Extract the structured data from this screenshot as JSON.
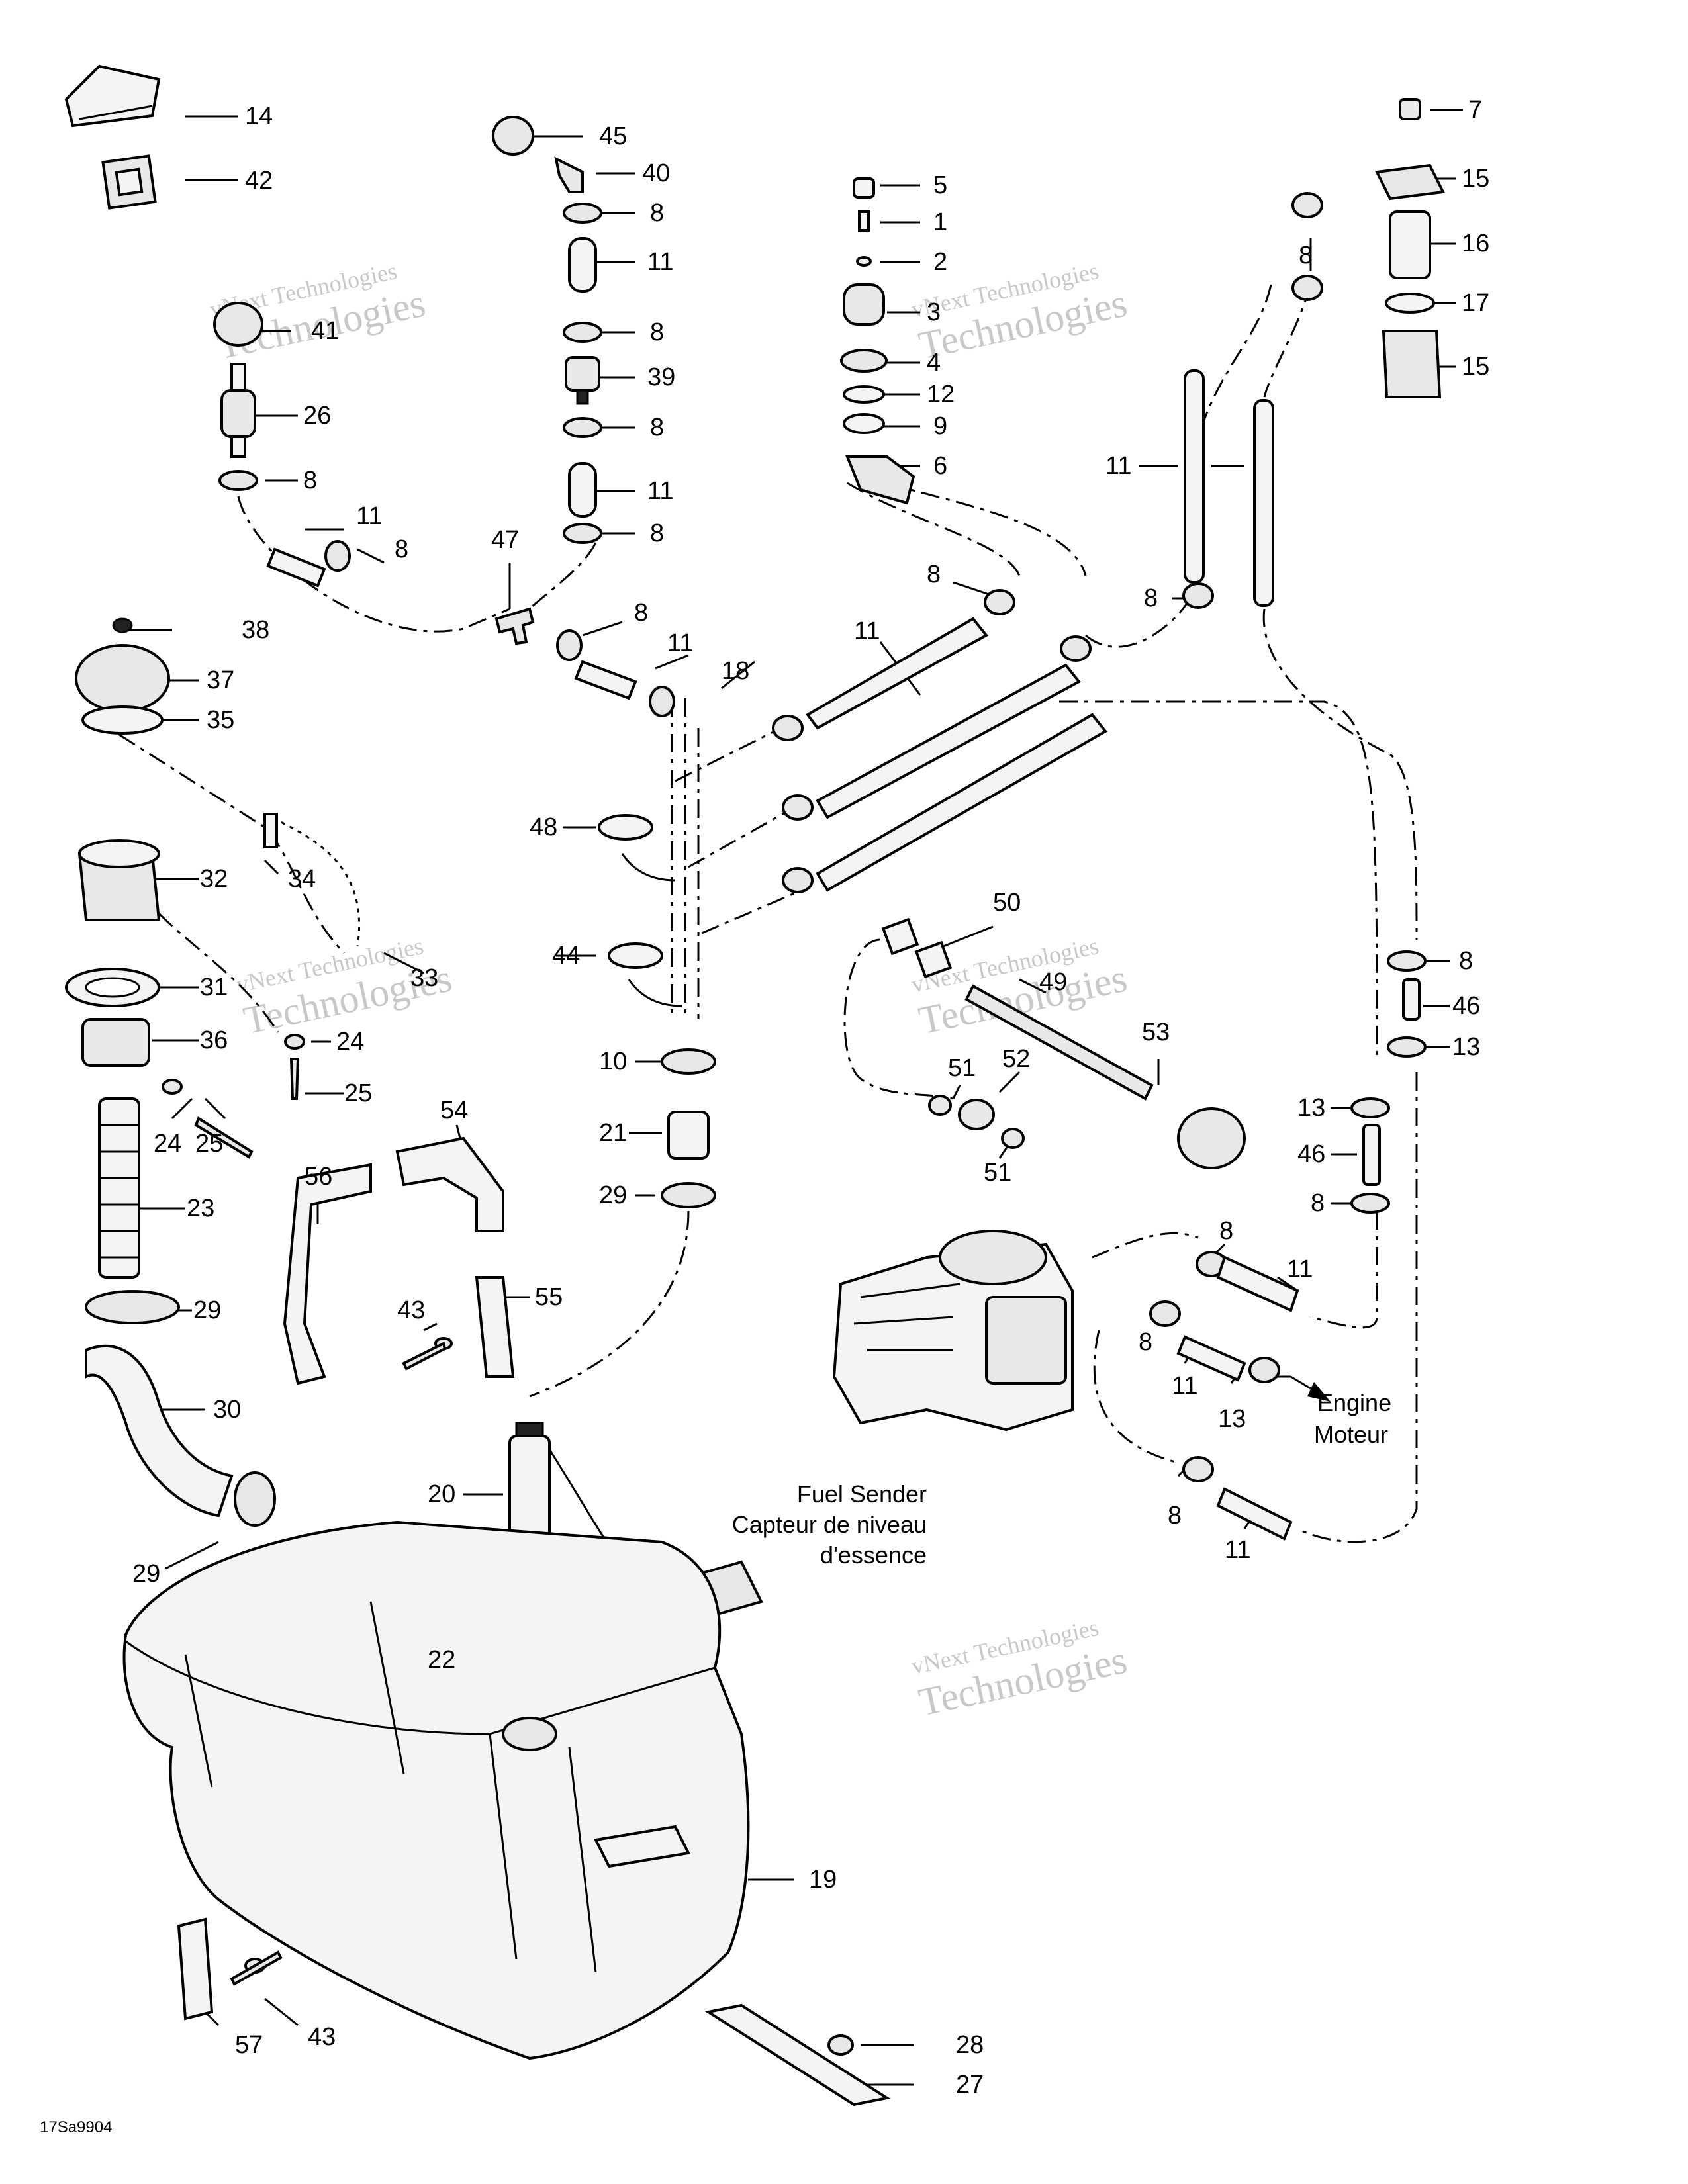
{
  "watermark": {
    "line1": "vNext Technologies",
    "line2": "Technologies"
  },
  "callouts": [
    {
      "id": "c14",
      "label": "14"
    },
    {
      "id": "c42",
      "label": "42"
    },
    {
      "id": "c45",
      "label": "45"
    },
    {
      "id": "c40",
      "label": "40"
    },
    {
      "id": "c8a",
      "label": "8"
    },
    {
      "id": "c11a",
      "label": "11"
    },
    {
      "id": "c8b",
      "label": "8"
    },
    {
      "id": "c39",
      "label": "39"
    },
    {
      "id": "c8c",
      "label": "8"
    },
    {
      "id": "c11b",
      "label": "11"
    },
    {
      "id": "c8d",
      "label": "8"
    },
    {
      "id": "c41",
      "label": "41"
    },
    {
      "id": "c26",
      "label": "26"
    },
    {
      "id": "c8e",
      "label": "8"
    },
    {
      "id": "c11c",
      "label": "11"
    },
    {
      "id": "c8f",
      "label": "8"
    },
    {
      "id": "c47",
      "label": "47"
    },
    {
      "id": "c8g",
      "label": "8"
    },
    {
      "id": "c11d",
      "label": "11"
    },
    {
      "id": "c18",
      "label": "18"
    },
    {
      "id": "c11e",
      "label": "11"
    },
    {
      "id": "c5",
      "label": "5"
    },
    {
      "id": "c1",
      "label": "1"
    },
    {
      "id": "c2",
      "label": "2"
    },
    {
      "id": "c3",
      "label": "3"
    },
    {
      "id": "c4",
      "label": "4"
    },
    {
      "id": "c12",
      "label": "12"
    },
    {
      "id": "c9",
      "label": "9"
    },
    {
      "id": "c6",
      "label": "6"
    },
    {
      "id": "c8h",
      "label": "8"
    },
    {
      "id": "c7",
      "label": "7"
    },
    {
      "id": "c15a",
      "label": "15"
    },
    {
      "id": "c8i",
      "label": "8"
    },
    {
      "id": "c16",
      "label": "16"
    },
    {
      "id": "c17",
      "label": "17"
    },
    {
      "id": "c15b",
      "label": "15"
    },
    {
      "id": "c11f",
      "label": "11"
    },
    {
      "id": "c8j",
      "label": "8"
    },
    {
      "id": "c38",
      "label": "38"
    },
    {
      "id": "c37",
      "label": "37"
    },
    {
      "id": "c35",
      "label": "35"
    },
    {
      "id": "c34",
      "label": "34"
    },
    {
      "id": "c32",
      "label": "32"
    },
    {
      "id": "c33",
      "label": "33"
    },
    {
      "id": "c31",
      "label": "31"
    },
    {
      "id": "c36",
      "label": "36"
    },
    {
      "id": "c24a",
      "label": "24"
    },
    {
      "id": "c25a",
      "label": "25"
    },
    {
      "id": "c24b",
      "label": "24"
    },
    {
      "id": "c25b",
      "label": "25"
    },
    {
      "id": "c23",
      "label": "23"
    },
    {
      "id": "c29a",
      "label": "29"
    },
    {
      "id": "c30",
      "label": "30"
    },
    {
      "id": "c29b",
      "label": "29"
    },
    {
      "id": "c48",
      "label": "48"
    },
    {
      "id": "c44",
      "label": "44"
    },
    {
      "id": "c10",
      "label": "10"
    },
    {
      "id": "c21",
      "label": "21"
    },
    {
      "id": "c29c",
      "label": "29"
    },
    {
      "id": "c54",
      "label": "54"
    },
    {
      "id": "c56",
      "label": "56"
    },
    {
      "id": "c43a",
      "label": "43"
    },
    {
      "id": "c55",
      "label": "55"
    },
    {
      "id": "c50",
      "label": "50"
    },
    {
      "id": "c49",
      "label": "49"
    },
    {
      "id": "c53",
      "label": "53"
    },
    {
      "id": "c51a",
      "label": "51"
    },
    {
      "id": "c52",
      "label": "52"
    },
    {
      "id": "c51b",
      "label": "51"
    },
    {
      "id": "c8k",
      "label": "8"
    },
    {
      "id": "c46a",
      "label": "46"
    },
    {
      "id": "c13a",
      "label": "13"
    },
    {
      "id": "c13b",
      "label": "13"
    },
    {
      "id": "c46b",
      "label": "46"
    },
    {
      "id": "c8l",
      "label": "8"
    },
    {
      "id": "c8m",
      "label": "8"
    },
    {
      "id": "c11g",
      "label": "11"
    },
    {
      "id": "c8n",
      "label": "8"
    },
    {
      "id": "c11h",
      "label": "11"
    },
    {
      "id": "c13c",
      "label": "13"
    },
    {
      "id": "c8o",
      "label": "8"
    },
    {
      "id": "c11i",
      "label": "11"
    },
    {
      "id": "c20",
      "label": "20"
    },
    {
      "id": "c22",
      "label": "22"
    },
    {
      "id": "c19",
      "label": "19"
    },
    {
      "id": "c28",
      "label": "28"
    },
    {
      "id": "c27",
      "label": "27"
    },
    {
      "id": "c57",
      "label": "57"
    },
    {
      "id": "c43b",
      "label": "43"
    }
  ],
  "notes": {
    "engine_en": "Engine",
    "engine_fr": "Moteur",
    "sender_l1": "Fuel Sender",
    "sender_l2": "Capteur de niveau",
    "sender_l3": "d'essence"
  },
  "drawing_code": "17Sa9904"
}
